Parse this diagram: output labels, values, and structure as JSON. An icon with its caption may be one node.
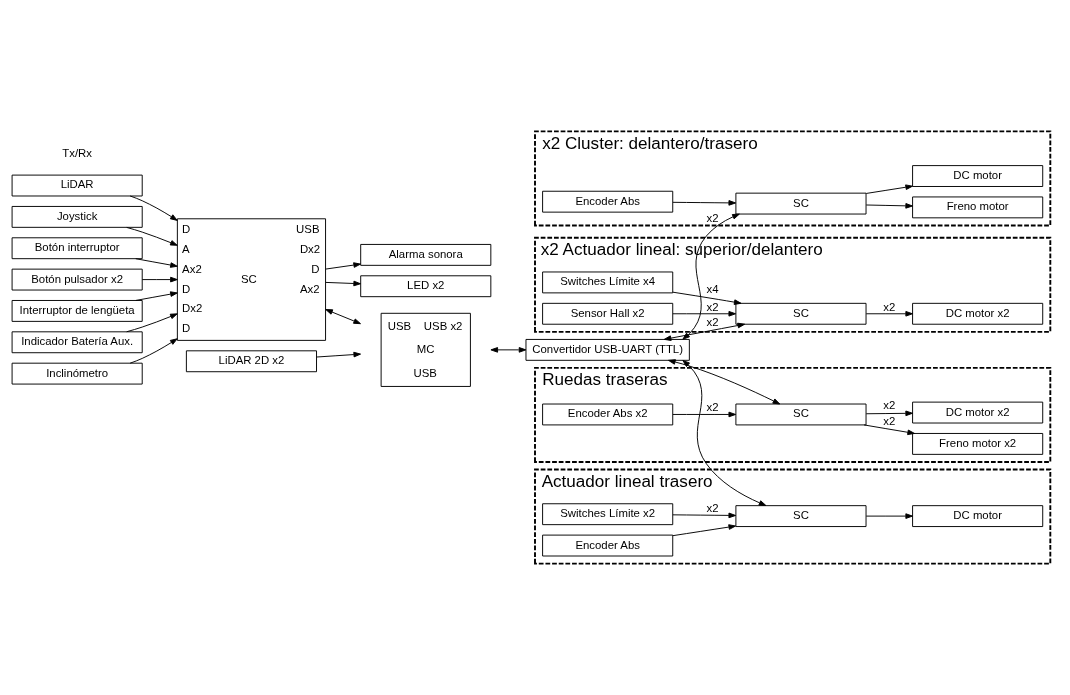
{
  "diagram": {
    "nodes": [
      {
        "text": [
          "Alarma sonora"
        ]
      },
      {
        "text": [
          "LiDAR"
        ]
      },
      {
        "text": [
          "Joystick"
        ]
      },
      {
        "text": [
          "Botón interruptor"
        ]
      },
      {
        "text": [
          "Botón pulsador x2"
        ]
      },
      {
        "text": [
          "Interruptor de lengüeta"
        ]
      },
      {
        "text": [
          "D",
          "A",
          "Ax2",
          "D",
          "Dx2",
          "D",
          "SC",
          "USB",
          "Dx2",
          "D",
          "Ax2"
        ]
      },
      {
        "text": [
          "LED x2"
        ]
      },
      {
        "text": [
          "Indicador Batería Aux."
        ]
      },
      {
        "text": [
          "Inclinómetro"
        ]
      },
      {
        "text": [
          "LiDAR 2D x2"
        ]
      },
      {
        "text": [
          "USB",
          "USB x2",
          "MC",
          "USB"
        ]
      },
      {
        "text": [
          "Convertidor USB-UART (TTL)"
        ]
      },
      {
        "text": [
          "x2 Actuador lineal: superior/delantero"
        ]
      },
      {
        "text": [
          "Switches Límite x4"
        ],
        "in": 13
      },
      {
        "text": [
          "DC motor x2"
        ],
        "in": 13
      },
      {
        "text": [
          "Sensor Hall x2"
        ],
        "in": 13
      },
      {
        "text": [
          "SC"
        ],
        "in": 13
      },
      {
        "text": [
          "x2 Cluster: delantero/trasero"
        ]
      },
      {
        "text": [
          "SC"
        ],
        "in": 18
      },
      {
        "text": [
          "Freno motor"
        ],
        "in": 18
      },
      {
        "text": [
          "DC motor"
        ],
        "in": 18
      },
      {
        "text": [
          "Encoder Abs"
        ],
        "in": 18
      },
      {
        "text": [
          "Actuador lineal trasero"
        ]
      },
      {
        "text": [
          "Switches Límite x2"
        ],
        "in": 23
      },
      {
        "text": [
          "DC motor"
        ],
        "in": 23
      },
      {
        "text": [
          "Encoder Abs"
        ],
        "in": 23
      },
      {
        "text": [
          "SC"
        ],
        "in": 23
      },
      {
        "text": [
          "Ruedas traseras"
        ]
      },
      {
        "text": [
          "SC"
        ],
        "in": 28
      },
      {
        "text": [
          "Freno motor x2"
        ],
        "in": 28
      },
      {
        "text": [
          "DC motor x2"
        ],
        "in": 28
      },
      {
        "text": [
          "Encoder Abs x2"
        ],
        "in": 28
      }
    ],
    "edges": [
      {
        "from": 6,
        "to": 0,
        "arrow": "to"
      },
      {
        "from": 1,
        "to": 6,
        "arrow": "to"
      },
      {
        "from": 2,
        "to": 6,
        "arrow": "to"
      },
      {
        "from": 3,
        "to": 6,
        "arrow": "to"
      },
      {
        "from": 4,
        "to": 6,
        "arrow": "to"
      },
      {
        "from": 5,
        "to": 6,
        "arrow": "to"
      },
      {
        "from": 6,
        "to": 11,
        "arrow": "both"
      },
      {
        "from": 6,
        "to": 7,
        "arrow": "to"
      },
      {
        "from": 8,
        "to": 6,
        "arrow": "to"
      },
      {
        "from": 9,
        "to": 6,
        "arrow": "to"
      },
      {
        "from": 10,
        "to": 11,
        "arrow": "to"
      },
      {
        "from": 11,
        "to": 12,
        "arrow": "both"
      },
      {
        "from": 12,
        "to": 17,
        "arrow": "both",
        "label": "x2"
      },
      {
        "from": 12,
        "to": 19,
        "arrow": "both",
        "label": "x2"
      },
      {
        "from": 12,
        "to": 27,
        "arrow": "both"
      },
      {
        "from": 12,
        "to": 29,
        "arrow": "both"
      },
      {
        "from": 14,
        "to": 17,
        "arrow": "to",
        "label": "x4"
      },
      {
        "from": 17,
        "to": 15,
        "arrow": "to",
        "label": "x2"
      },
      {
        "from": 16,
        "to": 17,
        "arrow": "to",
        "label": "x2"
      },
      {
        "from": 19,
        "to": 20,
        "arrow": "to"
      },
      {
        "from": 19,
        "to": 21,
        "arrow": "to"
      },
      {
        "from": 22,
        "to": 19,
        "arrow": "to"
      },
      {
        "from": 24,
        "to": 27,
        "arrow": "to",
        "label": "x2"
      },
      {
        "from": 27,
        "to": 25,
        "arrow": "to"
      },
      {
        "from": 26,
        "to": 27,
        "arrow": "to"
      },
      {
        "from": 29,
        "to": 30,
        "arrow": "to",
        "label": "x2"
      },
      {
        "from": 29,
        "to": 31,
        "arrow": "to",
        "label": "x2"
      },
      {
        "from": 32,
        "to": 29,
        "arrow": "to",
        "label": "x2"
      }
    ],
    "labels": [
      "Tx/Rx"
    ]
  }
}
